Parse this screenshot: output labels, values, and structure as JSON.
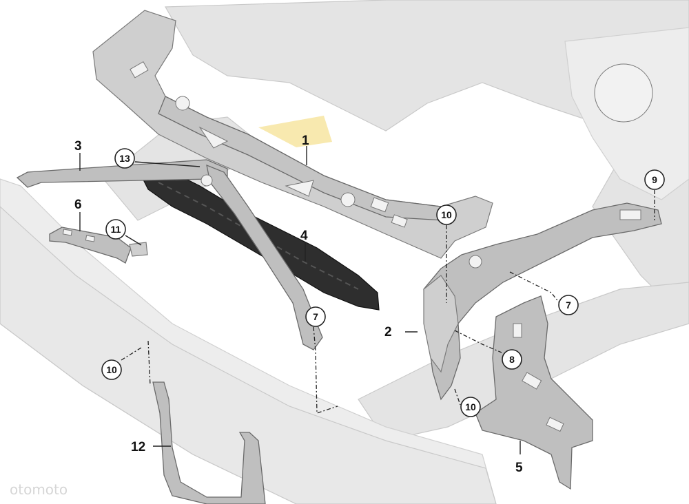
{
  "diagram": {
    "callouts_plain": [
      {
        "id": "c1",
        "text": "1"
      },
      {
        "id": "c2",
        "text": "2"
      },
      {
        "id": "c3",
        "text": "3"
      },
      {
        "id": "c4",
        "text": "4"
      },
      {
        "id": "c5",
        "text": "5"
      },
      {
        "id": "c6",
        "text": "6"
      },
      {
        "id": "c12",
        "text": "12"
      }
    ],
    "callouts_circled": [
      {
        "id": "c13",
        "text": "13"
      },
      {
        "id": "c11",
        "text": "11"
      },
      {
        "id": "c10a",
        "text": "10"
      },
      {
        "id": "c9",
        "text": "9"
      },
      {
        "id": "c7a",
        "text": "7"
      },
      {
        "id": "c7b",
        "text": "7"
      },
      {
        "id": "c8",
        "text": "8"
      },
      {
        "id": "c10b",
        "text": "10"
      },
      {
        "id": "c10c",
        "text": "10"
      }
    ],
    "highlight_color": "#f7e7a6",
    "watermark": "otomoto"
  }
}
